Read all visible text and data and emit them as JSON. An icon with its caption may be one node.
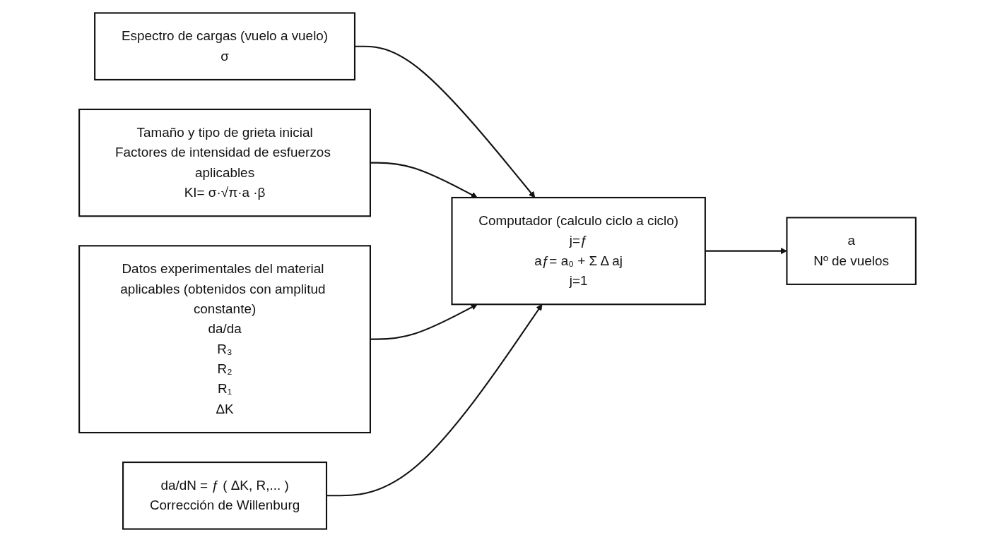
{
  "diagram": {
    "nodes": [
      {
        "text": [
          "Espectro de cargas (vuelo a vuelo)",
          "σ"
        ]
      },
      {
        "text": [
          "Tamaño y tipo de grieta inicial",
          "Factores de intensidad de esfuerzos aplicables",
          "KI= σ·√π·a ·β"
        ]
      },
      {
        "text": [
          "Datos experimentales del material aplicables (obtenidos con amplitud constante)",
          "da/da",
          "R₃",
          "R₂",
          "R₁",
          "ΔK"
        ]
      },
      {
        "text": [
          "da/dN = ƒ ( ΔK, R,... )",
          "Corrección de Willenburg"
        ]
      },
      {
        "text": [
          "Computador (calculo ciclo a ciclo)",
          "j=ƒ",
          "aƒ= a₀ + Σ Δ aj",
          "j=1"
        ]
      },
      {
        "text": [
          "a",
          "Nº de vuelos"
        ]
      }
    ],
    "edges": [
      {
        "from": 0,
        "to": 4,
        "arrow": "to"
      },
      {
        "from": 1,
        "to": 4,
        "arrow": "to"
      },
      {
        "from": 2,
        "to": 4,
        "arrow": "to"
      },
      {
        "from": 3,
        "to": 4,
        "arrow": "to"
      },
      {
        "from": 4,
        "to": 5,
        "arrow": "to"
      }
    ]
  }
}
